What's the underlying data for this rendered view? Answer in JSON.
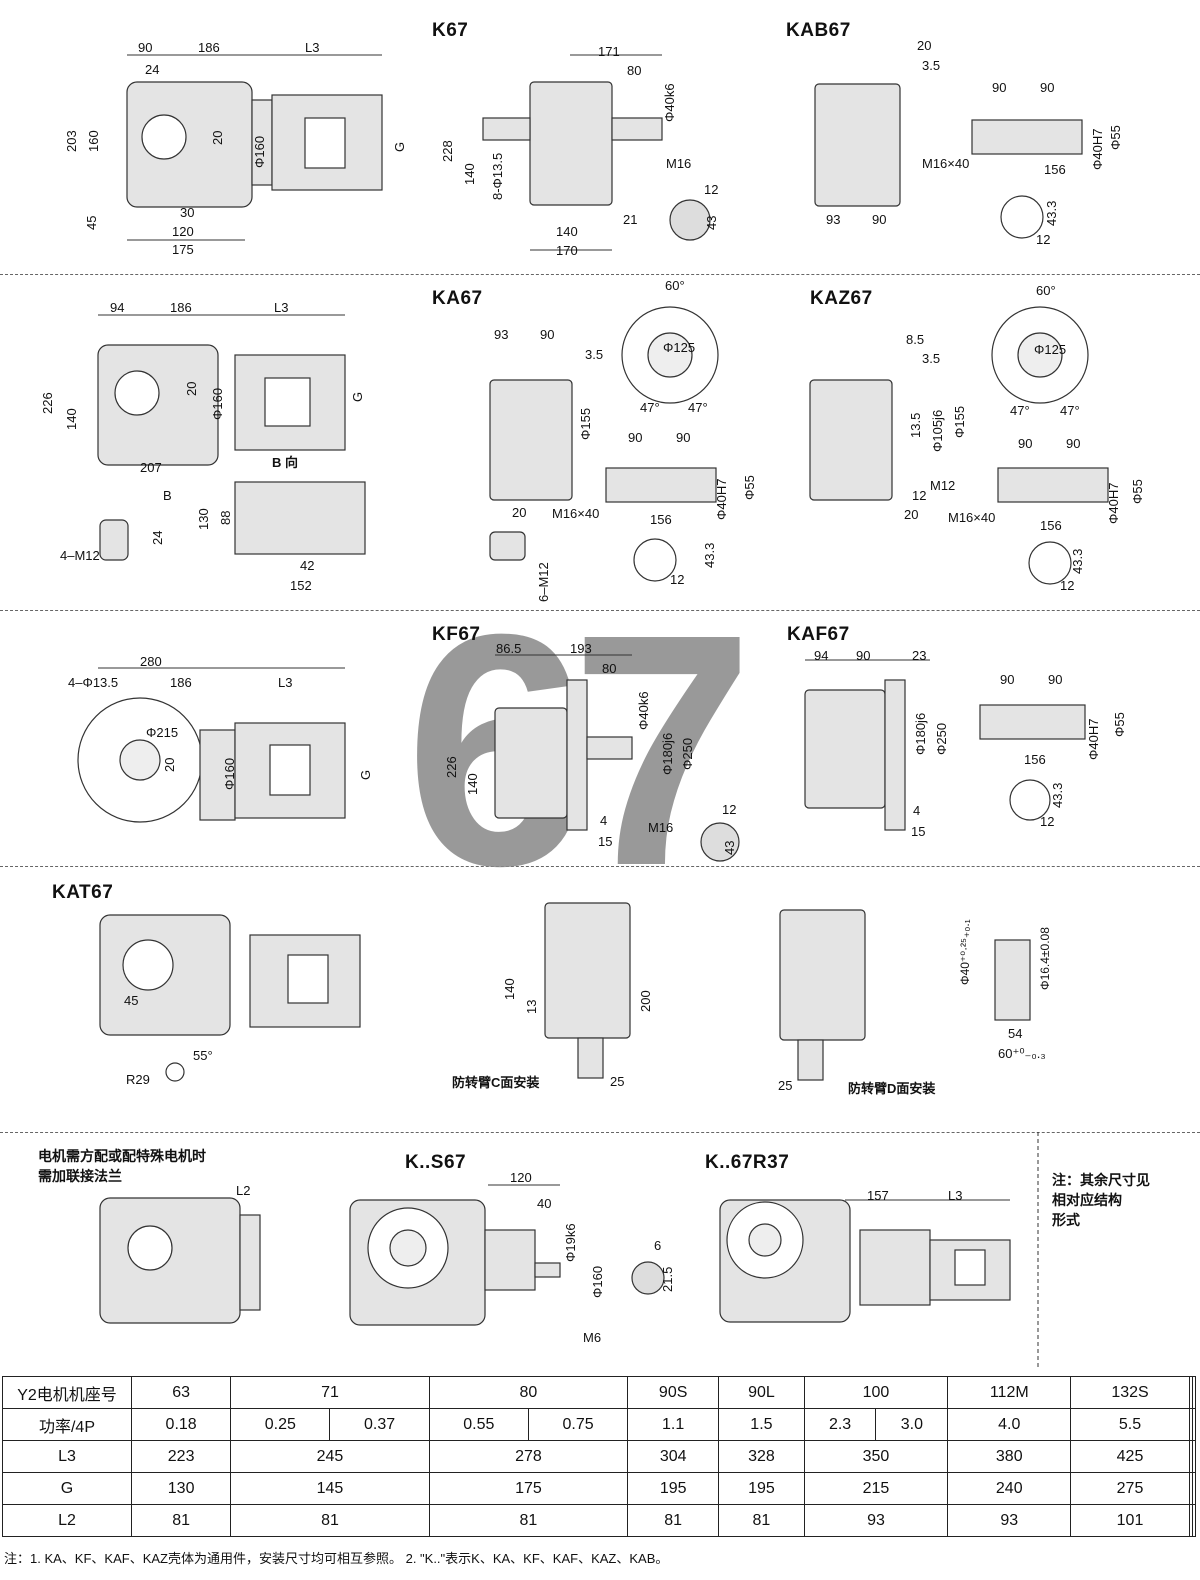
{
  "titles": {
    "k67": "K67",
    "kab67": "KAB67",
    "ka67": "KA67",
    "kaz67": "KAZ67",
    "kf67": "KF67",
    "kaf67": "KAF67",
    "kat67": "KAT67",
    "ks67": "K..S67",
    "k67r37": "K..67R37"
  },
  "watermark": "67",
  "dims": {
    "k67_90": "90",
    "k67_186": "186",
    "k67_L3": "L3",
    "k67_24": "24",
    "k67_203": "203",
    "k67_160": "160",
    "k67_45": "45",
    "k67_30": "30",
    "k67_120": "120",
    "k67_175": "175",
    "k67_20": "20",
    "k67_phi160": "Φ160",
    "k67_G": "G",
    "k67_171": "171",
    "k67_80": "80",
    "k67_phi40k6": "Φ40k6",
    "k67_M16": "M16",
    "k67_228": "228",
    "k67_140": "140",
    "k67_13_5": "8-Φ13.5",
    "k67_140b": "140",
    "k67_170": "170",
    "k67_21": "21",
    "k67_12": "12",
    "k67_43": "43",
    "kab_20": "20",
    "kab_3_5": "3.5",
    "kab_93": "93",
    "kab_90": "90",
    "kab_90a": "90",
    "kab_90b": "90",
    "kab_M16": "M16×40",
    "kab_156": "156",
    "kab_phi40": "Φ40H7",
    "kab_phi55": "Φ55",
    "kab_43_3": "43.3",
    "kab_12": "12",
    "ka_94": "94",
    "ka_186": "186",
    "ka_L3": "L3",
    "ka_226": "226",
    "ka_140": "140",
    "ka_20": "20",
    "ka_phi160": "Φ160",
    "ka_G": "G",
    "ka_207": "207",
    "ka_Bdir": "B 向",
    "ka_B": "B",
    "ka_130": "130",
    "ka_88": "88",
    "ka_42": "42",
    "ka_152": "152",
    "ka_4M12": "4–M12",
    "ka_24": "24",
    "ka_93": "93",
    "ka_90": "90",
    "ka_3_5": "3.5",
    "ka_phi155": "Φ155",
    "ka_60": "60°",
    "ka_phi125": "Φ125",
    "ka_47a": "47°",
    "ka_47b": "47°",
    "ka_90a": "90",
    "ka_90b": "90",
    "ka_M16": "M16×40",
    "ka_156": "156",
    "ka_phi40": "Φ40H7",
    "ka_phi55": "Φ55",
    "ka_20b": "20",
    "ka_6M12": "6–M12",
    "ka_43_3": "43.3",
    "ka_12": "12",
    "kaz_8_5": "8.5",
    "kaz_3_5": "3.5",
    "kaz_13_5": "13.5",
    "kaz_phi105": "Φ105j6",
    "kaz_phi155": "Φ155",
    "kaz_M12": "M12",
    "kaz_12": "12",
    "kaz_20": "20",
    "kaz_60": "60°",
    "kaz_phi125": "Φ125",
    "kaz_47a": "47°",
    "kaz_47b": "47°",
    "kaz_90a": "90",
    "kaz_90b": "90",
    "kaz_M16": "M16×40",
    "kaz_156": "156",
    "kaz_phi40": "Φ40H7",
    "kaz_phi55": "Φ55",
    "kaz_43_3": "43.3",
    "kaz_12b": "12",
    "kf_280": "280",
    "kf_4phi": "4–Φ13.5",
    "kf_186": "186",
    "kf_L3": "L3",
    "kf_phi215": "Φ215",
    "kf_20": "20",
    "kf_phi160": "Φ160",
    "kf_G": "G",
    "kf_86_5": "86.5",
    "kf_193": "193",
    "kf_80": "80",
    "kf_226": "226",
    "kf_140": "140",
    "kf_phi40": "Φ40k6",
    "kf_phi180": "Φ180j6",
    "kf_phi250": "Φ250",
    "kf_4": "4",
    "kf_15": "15",
    "kf_M16": "M16",
    "kf_12": "12",
    "kf_43": "43",
    "kaf_94": "94",
    "kaf_90": "90",
    "kaf_23": "23",
    "kaf_phi180": "Φ180j6",
    "kaf_phi250": "Φ250",
    "kaf_4": "4",
    "kaf_15": "15",
    "kaf_90a": "90",
    "kaf_90b": "90",
    "kaf_156": "156",
    "kaf_phi40": "Φ40H7",
    "kaf_phi55": "Φ55",
    "kaf_43_3": "43.3",
    "kaf_12": "12",
    "kat_45": "45",
    "kat_55": "55°",
    "kat_R29": "R29",
    "kat_140": "140",
    "kat_13": "13",
    "kat_200": "200",
    "kat_25a": "25",
    "kat_25b": "25",
    "kat_phi40": "Φ40⁺⁰·²⁵₊₀.₁",
    "kat_phi16": "Φ16.4±0.08",
    "kat_54": "54",
    "kat_60": "60⁺⁰₋₀.₃",
    "ks_L2": "L2",
    "ks_120": "120",
    "ks_40": "40",
    "ks_phi19": "Φ19k6",
    "ks_phi160": "Φ160",
    "ks_M6": "M6",
    "ks_6": "6",
    "ks_21_5": "21.5",
    "r37_157": "157",
    "r37_L3": "L3"
  },
  "captions": {
    "kat_c": "防转臂C面安装",
    "kat_d": "防转臂D面安装",
    "motor_note": "电机需方配或配特殊电机时\n需加联接法兰",
    "side_note": "注：其余尺寸见\n相对应结构\n形式"
  },
  "table": {
    "rows": [
      {
        "head": "Y2电机机座号",
        "cells": [
          {
            "v": "63",
            "span": 2
          },
          {
            "v": "71",
            "span": 2
          },
          {
            "v": "80",
            "span": 2
          },
          {
            "v": "90S",
            "span": 2
          },
          {
            "v": "90L",
            "span": 2
          },
          {
            "v": "100",
            "span": 2
          },
          {
            "v": "112M",
            "span": 2
          },
          {
            "v": "132S",
            "span": 2
          },
          {
            "v": "",
            "span": 2
          },
          {
            "v": "",
            "span": 2
          }
        ]
      },
      {
        "head": "功率/4P",
        "cells": [
          {
            "v": "0.18",
            "span": 2
          },
          {
            "v": "0.25",
            "span": 1
          },
          {
            "v": "0.37",
            "span": 1
          },
          {
            "v": "0.55",
            "span": 1
          },
          {
            "v": "0.75",
            "span": 1
          },
          {
            "v": "1.1",
            "span": 2
          },
          {
            "v": "1.5",
            "span": 2
          },
          {
            "v": "2.3",
            "span": 1
          },
          {
            "v": "3.0",
            "span": 1
          },
          {
            "v": "4.0",
            "span": 2
          },
          {
            "v": "5.5",
            "span": 2
          },
          {
            "v": "",
            "span": 2
          },
          {
            "v": "",
            "span": 2
          }
        ]
      },
      {
        "head": "L3",
        "cells": [
          {
            "v": "223",
            "span": 2
          },
          {
            "v": "245",
            "span": 2
          },
          {
            "v": "278",
            "span": 2
          },
          {
            "v": "304",
            "span": 2
          },
          {
            "v": "328",
            "span": 2
          },
          {
            "v": "350",
            "span": 2
          },
          {
            "v": "380",
            "span": 2
          },
          {
            "v": "425",
            "span": 2
          },
          {
            "v": "",
            "span": 2
          },
          {
            "v": "",
            "span": 2
          }
        ]
      },
      {
        "head": "G",
        "cells": [
          {
            "v": "130",
            "span": 2
          },
          {
            "v": "145",
            "span": 2
          },
          {
            "v": "175",
            "span": 2
          },
          {
            "v": "195",
            "span": 2
          },
          {
            "v": "195",
            "span": 2
          },
          {
            "v": "215",
            "span": 2
          },
          {
            "v": "240",
            "span": 2
          },
          {
            "v": "275",
            "span": 2
          },
          {
            "v": "",
            "span": 2
          },
          {
            "v": "",
            "span": 2
          }
        ]
      },
      {
        "head": "L2",
        "cells": [
          {
            "v": "81",
            "span": 2
          },
          {
            "v": "81",
            "span": 2
          },
          {
            "v": "81",
            "span": 2
          },
          {
            "v": "81",
            "span": 2
          },
          {
            "v": "81",
            "span": 2
          },
          {
            "v": "93",
            "span": 2
          },
          {
            "v": "93",
            "span": 2
          },
          {
            "v": "101",
            "span": 2
          },
          {
            "v": "",
            "span": 2
          },
          {
            "v": "",
            "span": 2
          }
        ]
      }
    ]
  },
  "footer": "注：1. KA、KF、KAF、KAZ壳体为通用件，安装尺寸均可相互参照。   2. \"K..\"表示K、KA、KF、KAF、KAZ、KAB。"
}
